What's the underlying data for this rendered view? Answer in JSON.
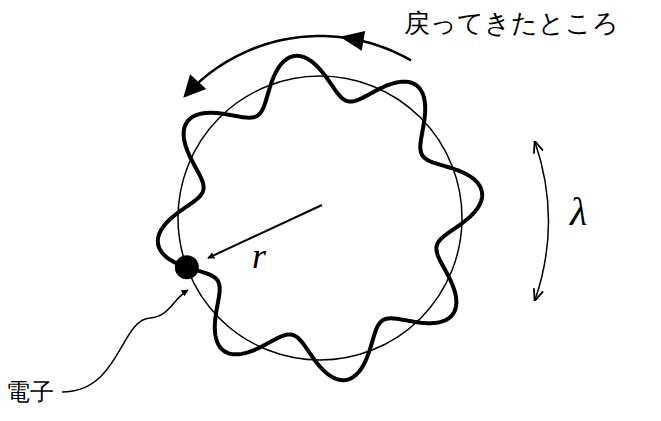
{
  "diagram": {
    "labels": [
      "戻ってきたところ",
      "λ",
      "r",
      "電子"
    ]
  }
}
